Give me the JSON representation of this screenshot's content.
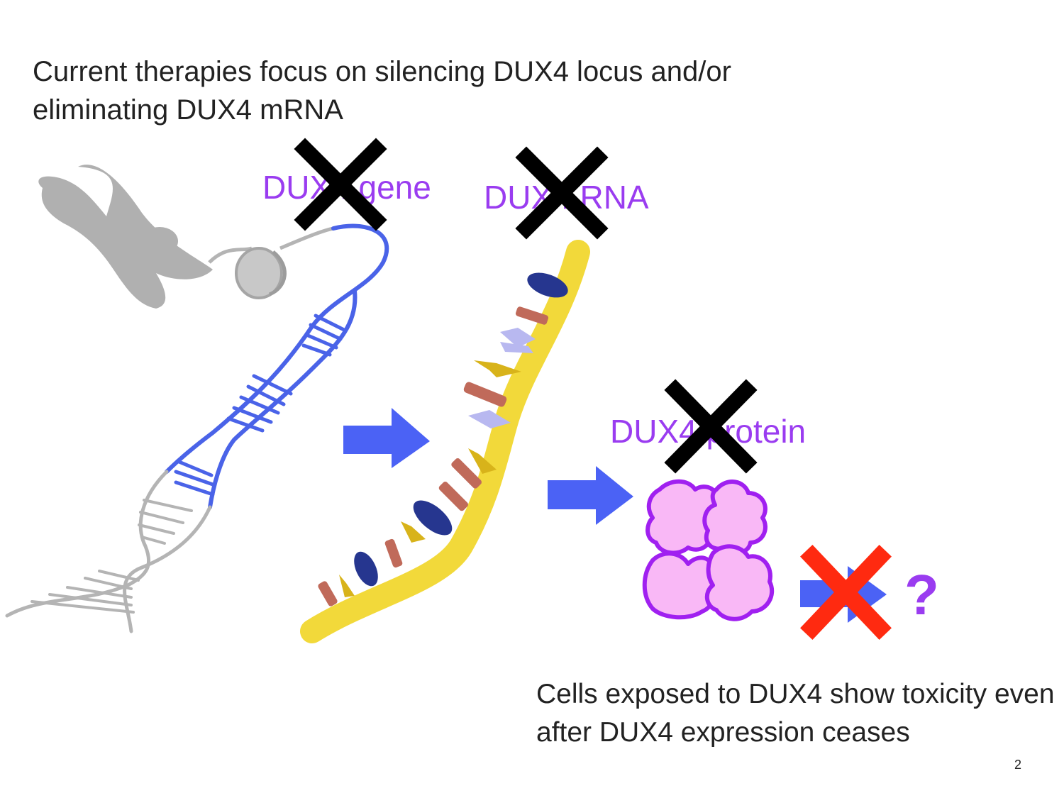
{
  "title": "Current therapies focus on silencing DUX4 locus and/or eliminating DUX4 mRNA",
  "labels": {
    "gene": "DUX4 gene",
    "rna": "DUX4 RNA",
    "protein": "DUX4 protein",
    "question": "?"
  },
  "footer": "Cells exposed to DUX4 show toxicity even after DUX4 expression ceases",
  "page_number": "2",
  "colors": {
    "label_purple": "#9a3cf0",
    "dna_blue": "#4a63e8",
    "dna_gray": "#b4b4b4",
    "chromosome_gray": "#b0b0b0",
    "rna_yellow": "#f2d93a",
    "arrow_blue": "#4b62f5",
    "protein_fill": "#f9b8f6",
    "protein_outline": "#a020f0",
    "x_black": "#000000",
    "x_red": "#ff2a10"
  },
  "icons": [
    "chromosome-icon",
    "dna-helix-icon",
    "mrna-strand-icon",
    "protein-icon",
    "arrow-icon",
    "cross-mark-icon"
  ]
}
